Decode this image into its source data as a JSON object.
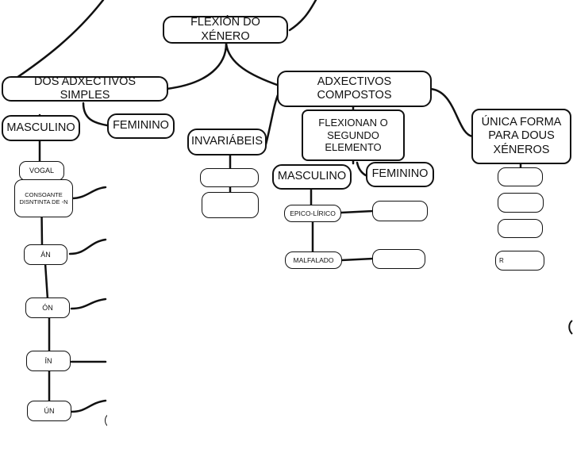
{
  "root": {
    "label": "FLEXIÓN DO XÉNERO"
  },
  "simples": {
    "label": "DOS ADXECTIVOS SIMPLES",
    "masculino": "MASCULINO",
    "feminino": "FEMININO",
    "items": [
      "VOGAL",
      "CONSOANTE DISNTINTA DE -N",
      "ÁN",
      "ÓN",
      "ÍN",
      "ÚN"
    ]
  },
  "invariables": {
    "label": "INVARIÁBEIS"
  },
  "compostos": {
    "label": "ADXECTIVOS COMPOSTOS",
    "flexionan": "FLEXIONAN O SEGUNDO ELEMENTO",
    "masculino": "MASCULINO",
    "feminino": "FEMININO",
    "items": [
      "EPICO-LÍRICO",
      "MALFALADO"
    ]
  },
  "unica": {
    "label": "ÚNICA FORMA PARA DOUS XÉNEROS",
    "partial_letter": "R"
  }
}
